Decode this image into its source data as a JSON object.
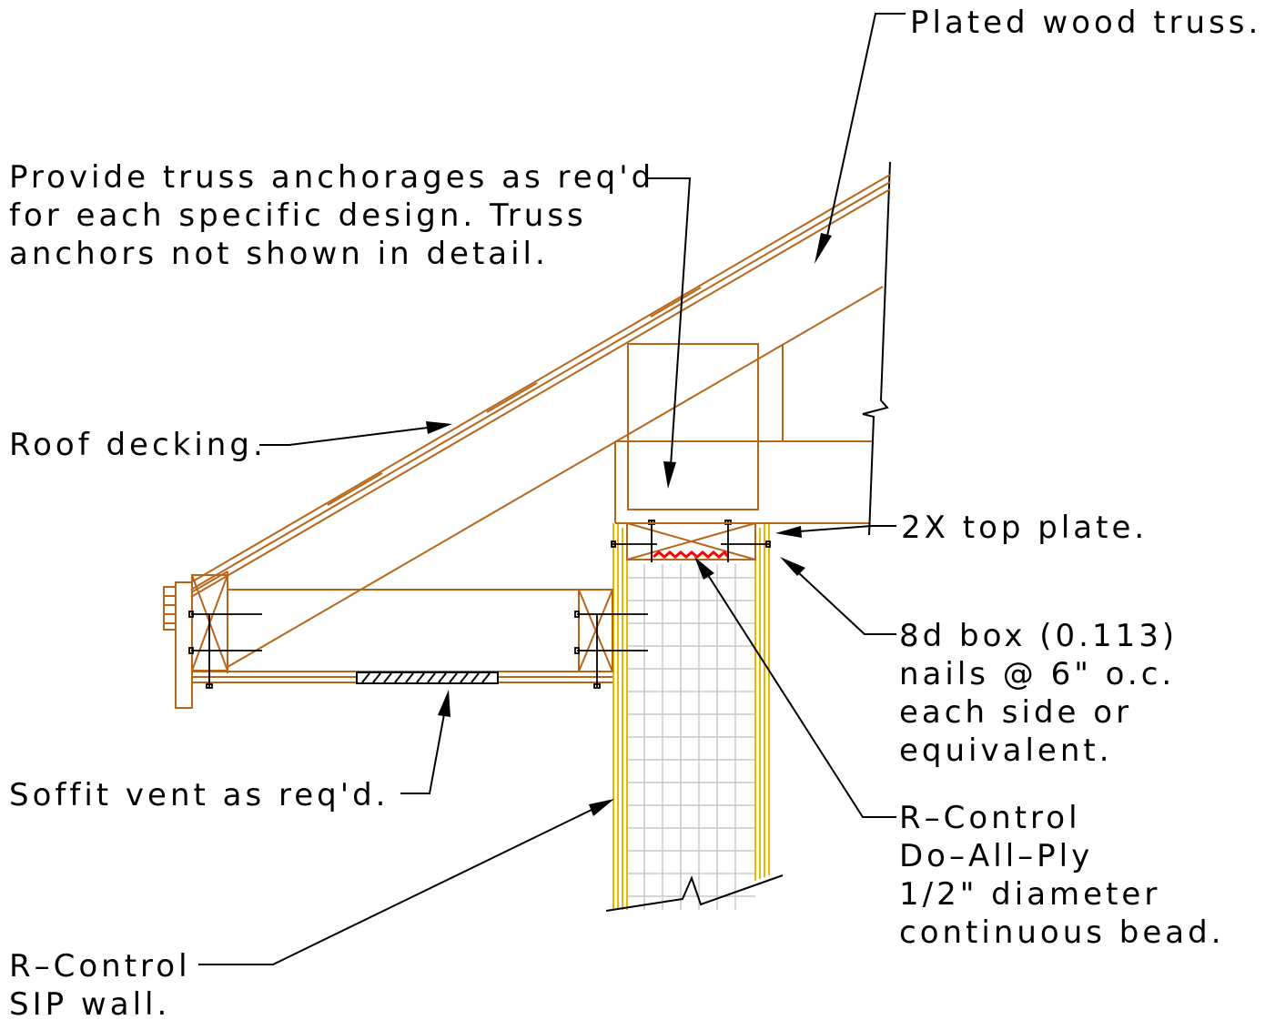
{
  "labels": {
    "truss": [
      "Plated wood truss."
    ],
    "anchorage": [
      "Provide truss anchorages as req'd",
      "for each specific design.  Truss",
      "anchors not shown in detail."
    ],
    "decking": [
      "Roof decking."
    ],
    "top_plate": [
      "2X top plate."
    ],
    "nails": [
      "8d box (0.113)",
      "nails @ 6\" o.c.",
      "each side or",
      "equivalent."
    ],
    "soffit": [
      "Soffit vent as req'd."
    ],
    "bead": [
      "R–Control",
      "Do–All–Ply",
      "1/2\" diameter",
      "continuous bead."
    ],
    "sip_wall": [
      "R–Control",
      "SIP wall."
    ]
  },
  "colors": {
    "wood": "#b8651a",
    "sip_skin": "#e8b800",
    "foam_grid": "#c8c8c8",
    "sealant_bead": "#ff0000",
    "leader": "#000000"
  }
}
